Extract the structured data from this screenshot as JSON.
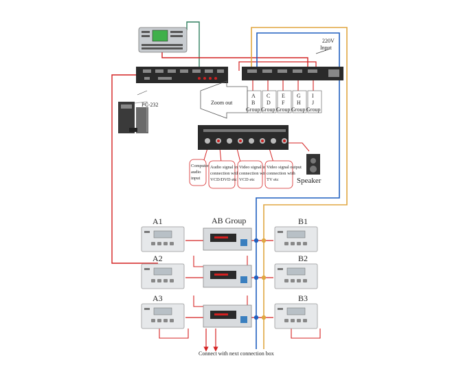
{
  "labels": {
    "power_input": "220V Input",
    "pc": "PC-232",
    "zoom": "Zoom out",
    "speaker": "Speaker",
    "ab_group": "AB Group",
    "connect_next": "Connect with next connection box",
    "panels_left": [
      "A1",
      "A2",
      "A3"
    ],
    "panels_right": [
      "B1",
      "B2",
      "B3"
    ]
  },
  "group_tags": [
    {
      "top": "A",
      "bottom": "B",
      "suffix": "Group"
    },
    {
      "top": "C",
      "bottom": "D",
      "suffix": "Group"
    },
    {
      "top": "E",
      "bottom": "F",
      "suffix": "Group"
    },
    {
      "top": "G",
      "bottom": "H",
      "suffix": "Group"
    },
    {
      "top": "I",
      "bottom": "J",
      "suffix": "Group"
    }
  ],
  "callouts": [
    [
      "Computer",
      "audio",
      "input"
    ],
    [
      "Audio signal input",
      "connection with",
      "VCD/DVD etc"
    ],
    [
      "Video signal input",
      "connection with",
      "VCD etc"
    ],
    [
      "Video signal output",
      "connection with",
      "TV etc"
    ]
  ],
  "colors": {
    "red": "#d42020",
    "blue": "#1f5fbf",
    "orange": "#e0a640",
    "green": "#2f7f5f",
    "device_dark": "#2a2a2a",
    "panel_bg": "#e6e8ea"
  }
}
